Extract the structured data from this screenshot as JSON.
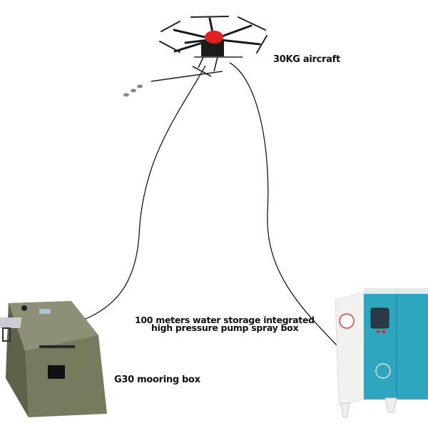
{
  "labels": {
    "aircraft": "30KG aircraft",
    "mooring_box": "G30 mooring box",
    "pump_box_line1": "100 meters water storage integrated",
    "pump_box_line2": "high pressure pump spray box"
  },
  "colors": {
    "drone_body": "#e0201c",
    "drone_arms": "#1a1a1a",
    "mooring_box": "#7b7e62",
    "pump_box_front": "#2ea6c0",
    "pump_box_side": "#f1f1ef",
    "cable": "#1a1a1a"
  }
}
